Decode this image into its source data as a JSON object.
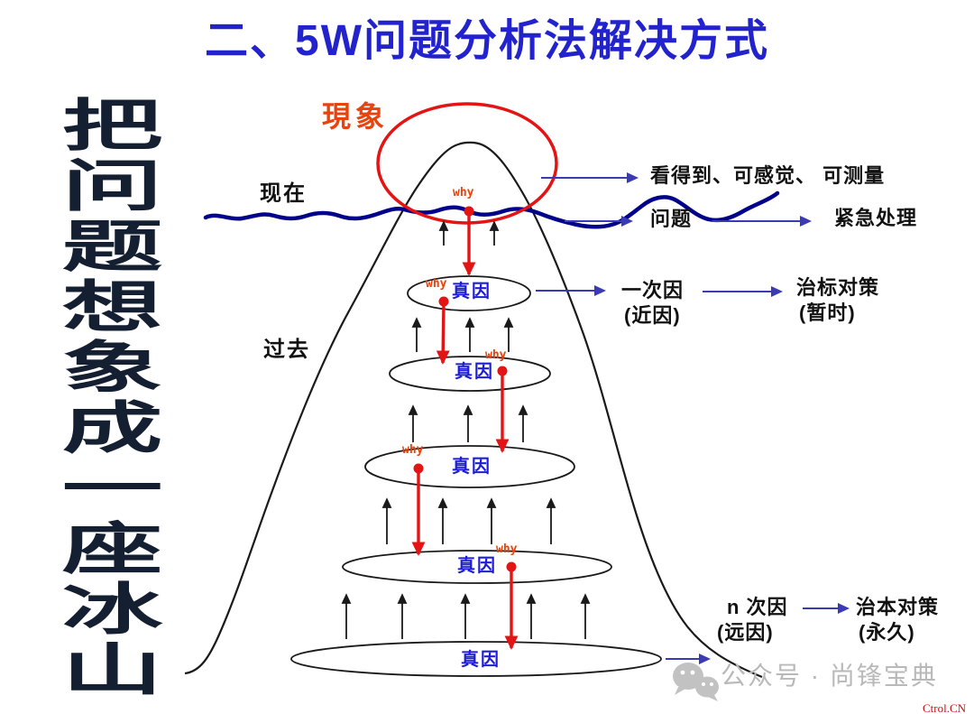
{
  "title": "二、5W问题分析法解决方式",
  "left_banner": "把问题想象成一座冰山",
  "iceberg": {
    "phenomenon": "現象",
    "now": "现在",
    "past": "过去",
    "why": "why",
    "true_cause": "真因"
  },
  "right_column": {
    "observable": "看得到、可感觉、 可测量",
    "problem": "问题",
    "urgent_action": "紧急处理",
    "first_cause": "一次因",
    "first_cause_note": "(近因)",
    "symptomatic_fix": "治标对策",
    "symptomatic_note": "(暂时)",
    "nth_cause": "n 次因",
    "nth_cause_note": "(远因)",
    "root_fix": "治本对策",
    "root_note": "(永久)"
  },
  "watermark": {
    "account": "公众号 · 尚锋宝典",
    "site": "Ctrol.CN",
    "icon": "wechat-icon"
  },
  "colors": {
    "title_blue": "#2323cd",
    "cause_blue": "#1d1dd6",
    "arrow_blue": "#3a3ab4",
    "water_navy": "#00008b",
    "red": "#e41414",
    "orange_red": "#e8430d",
    "banner_ink": "#141f31",
    "watermark_gray": "#b9b9b9",
    "site_red": "#c41111"
  }
}
